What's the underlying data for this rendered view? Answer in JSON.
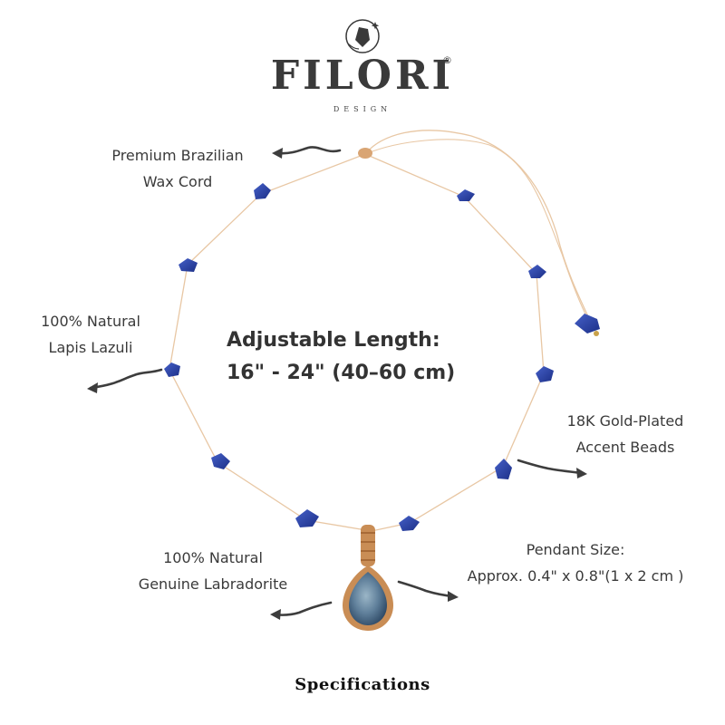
{
  "brand": {
    "name": "FILORI",
    "registered_mark": "®",
    "tagline": "DESIGN",
    "logo_icon": "leaf-crystal-emblem-icon"
  },
  "features": {
    "cord": [
      "Premium Brazilian",
      "Wax Cord"
    ],
    "lapis": [
      "100% Natural",
      "Lapis Lazuli"
    ],
    "gold_beads": [
      "18K Gold-Plated",
      "Accent Beads"
    ],
    "pendant_size": [
      "Pendant Size:",
      "Approx. 0.4\" x 0.8\"(1 x 2 cm )"
    ],
    "labradorite": [
      "100% Natural",
      "Genuine Labradorite"
    ]
  },
  "headline": {
    "line1": "Adjustable Length:",
    "line2": "16\" - 24\" (40–60 cm)"
  },
  "footer": {
    "title": "Specifications"
  },
  "colors": {
    "cord": "#e8c7a4",
    "lapis": "#2b43a8",
    "labradorite": "#5f7f9a",
    "wrap": "#c98d55",
    "text": "#3a3a3a",
    "arrow": "#3d3d3d"
  }
}
